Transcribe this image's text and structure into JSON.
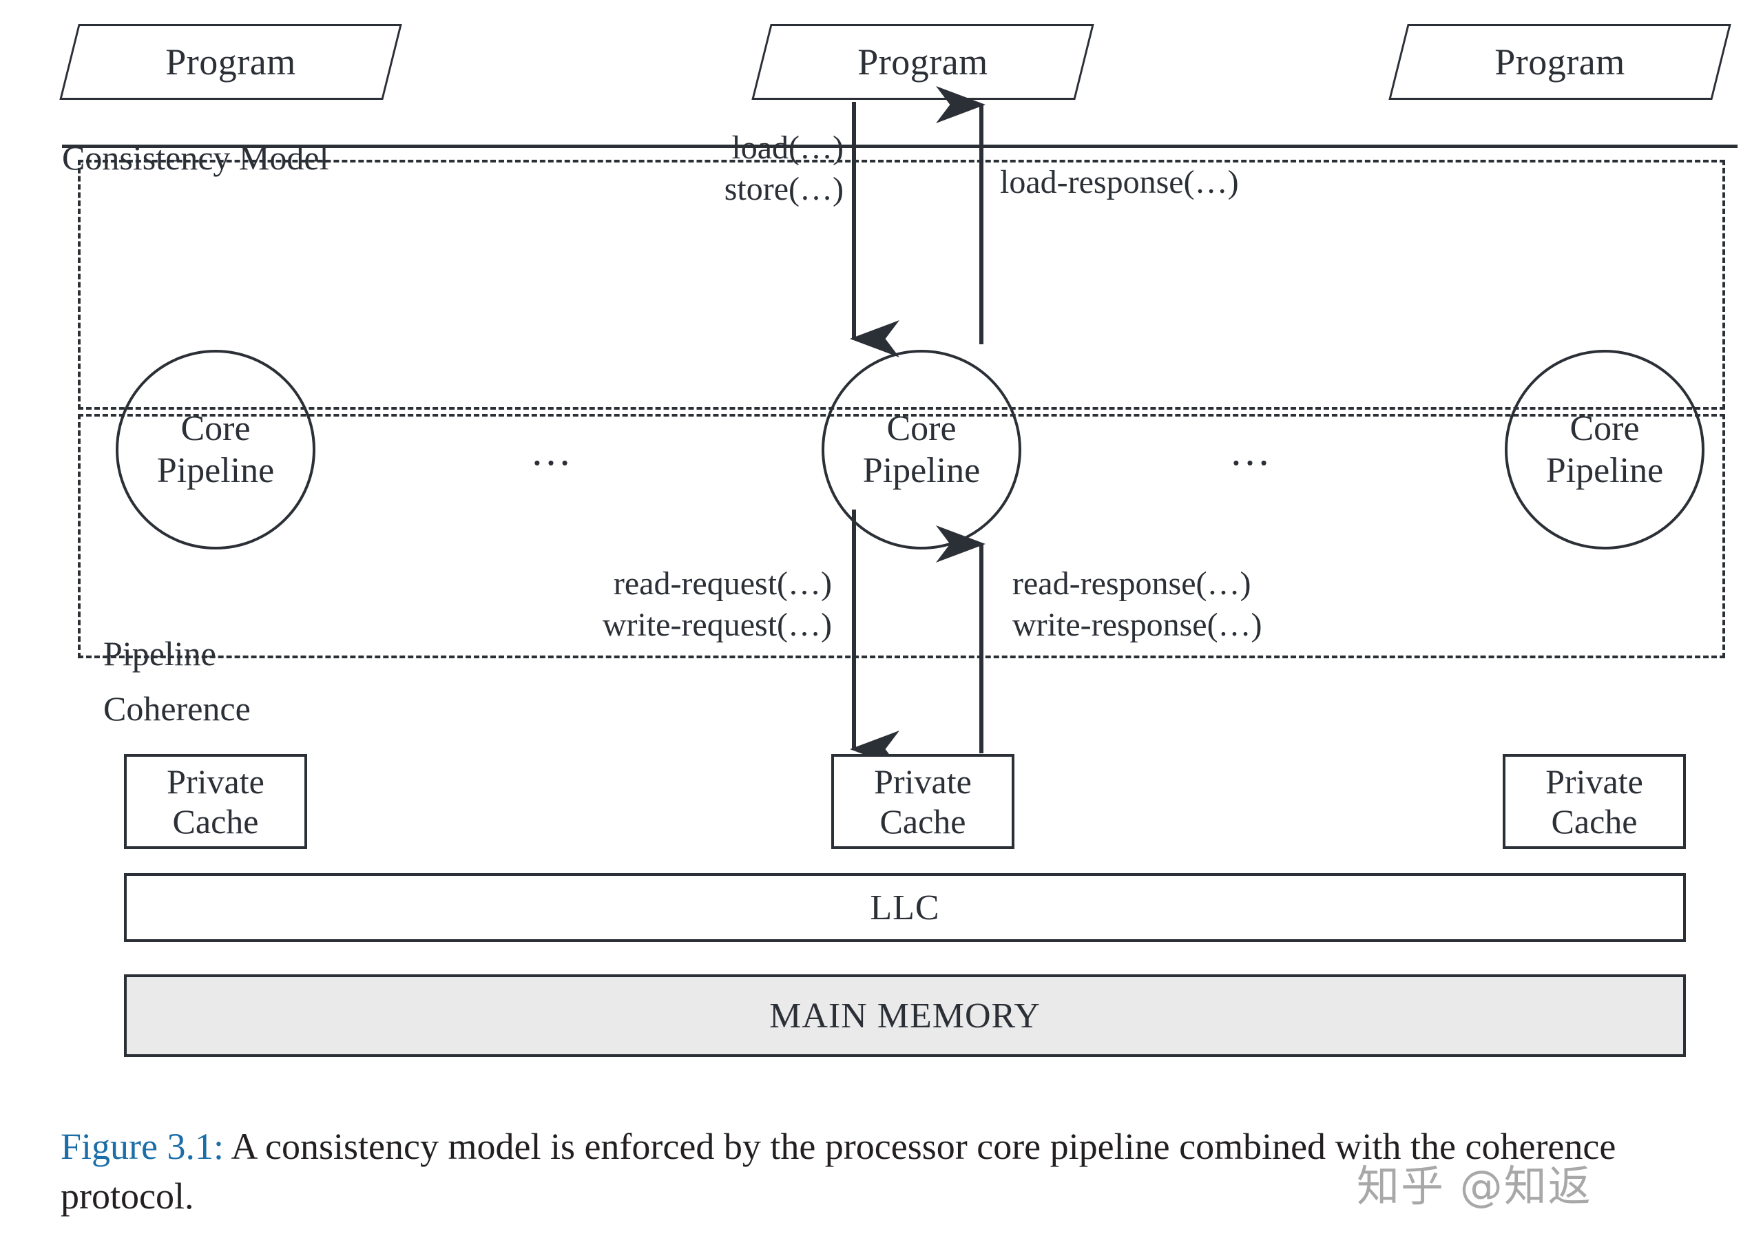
{
  "figure": {
    "programs": [
      {
        "label": "Program"
      },
      {
        "label": "Program"
      },
      {
        "label": "Program"
      }
    ],
    "consistency_model_label": "Consistency Model",
    "pipeline_label": "Pipeline",
    "coherence_label": "Coherence",
    "cores": [
      {
        "line1": "Core",
        "line2": "Pipeline"
      },
      {
        "line1": "Core",
        "line2": "Pipeline"
      },
      {
        "line1": "Core",
        "line2": "Pipeline"
      }
    ],
    "caches": [
      {
        "line1": "Private",
        "line2": "Cache"
      },
      {
        "line1": "Private",
        "line2": "Cache"
      },
      {
        "line1": "Private",
        "line2": "Cache"
      }
    ],
    "llc_label": "LLC",
    "main_memory_label": "MAIN MEMORY",
    "ellipsis": "…",
    "messages": {
      "load": "load(…)",
      "store": "store(…)",
      "load_response": "load-response(…)",
      "read_request": "read-request(…)",
      "write_request": "write-request(…)",
      "read_response": "read-response(…)",
      "write_response": "write-response(…)"
    }
  },
  "caption": {
    "figure_label": "Figure 3.1:",
    "text": " A consistency model is enforced by the processor core pipeline combined with the coherence protocol."
  },
  "watermark": {
    "text": "知乎 @知返"
  },
  "colors": {
    "ink": "#2b2f36",
    "caption_link": "#1b6ea8",
    "memory_fill": "#eaeaea",
    "watermark": "#9a9a9a",
    "page_background": "#ffffff"
  }
}
